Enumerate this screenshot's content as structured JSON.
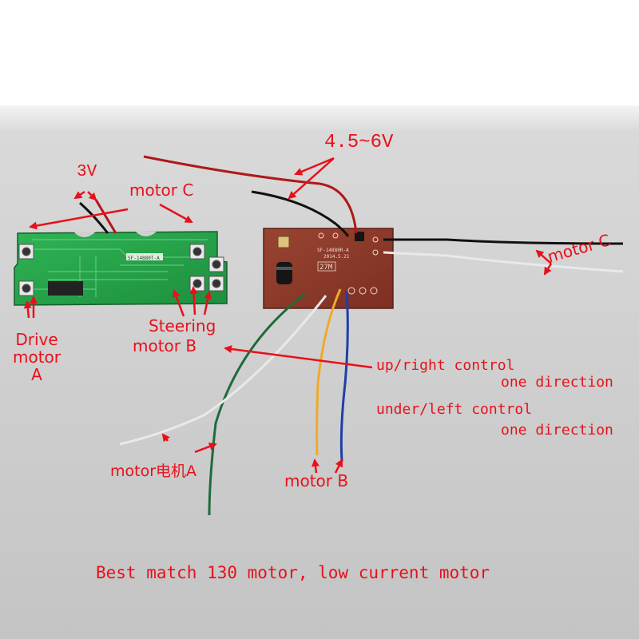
{
  "labels": {
    "volt_3v": "3V",
    "volt_range": "4.5~6V",
    "motor_c_left": "motor C",
    "motor_c_right": "motor C",
    "drive_motor_a": "Drive motor A",
    "steering_line1": "Steering",
    "steering_line2": "motor B",
    "up_right_line1": "up/right control",
    "up_right_line2": "one direction",
    "under_left_line1": "under/left control",
    "under_left_line2": "one direction",
    "motor_a_label": "motor电机A",
    "motor_b_label": "motor B",
    "footer": "Best match 130 motor, low current motor"
  },
  "board_silkscreen": {
    "transmitter_code": "SF-14880T-A",
    "receiver_code": "SF-14880R-A",
    "receiver_date": "2014.5.21",
    "frequency": "27M"
  },
  "colors": {
    "label_red": "#e8101a",
    "tx_board_green": "#25a24a",
    "rx_board_brown": "#8f3a2a",
    "backdrop_top": "#ffffff",
    "backdrop_table": "#d0d0d0",
    "wire_red": "#b01818",
    "wire_black": "#111111",
    "wire_white": "#e9e9e9",
    "wire_green": "#1f6b3b",
    "wire_yellow": "#f0a92a",
    "wire_blue": "#1e3ea8"
  }
}
